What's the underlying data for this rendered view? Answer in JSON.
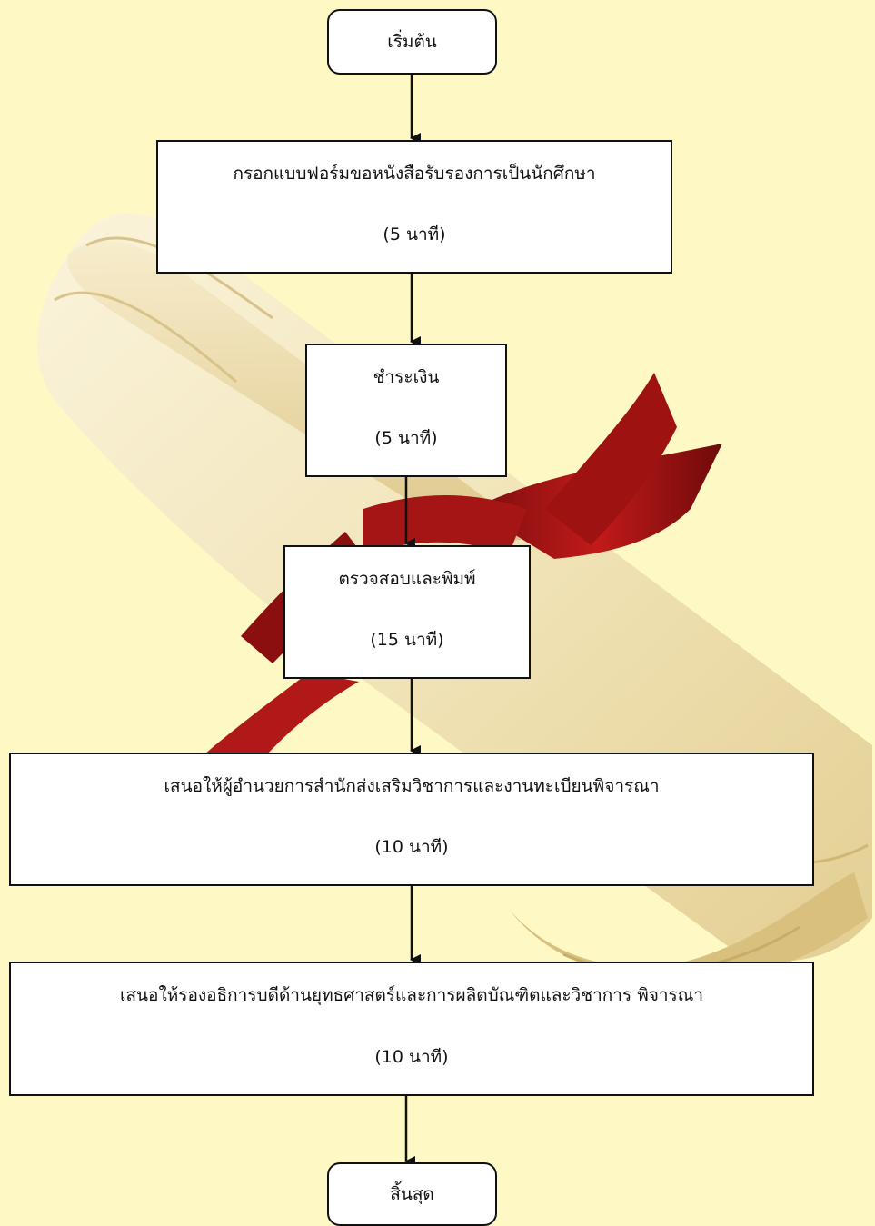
{
  "flowchart": {
    "start": "เริ่มต้น",
    "steps": [
      {
        "title": "กรอกแบบฟอร์มขอหนังสือรับรองการเป็นนักศึกษา",
        "duration": "(5 นาที)"
      },
      {
        "title": "ชำระเงิน",
        "duration": "(5 นาที)"
      },
      {
        "title": "ตรวจสอบและพิมพ์",
        "duration": "(15 นาที)"
      },
      {
        "title": "เสนอให้ผู้อำนวยการสำนักส่งเสริมวิชาการและงานทะเบียนพิจารณา",
        "duration": "(10 นาที)"
      },
      {
        "title": "เสนอให้รองอธิการบดีด้านยุทธศาสตร์และการผลิตบัณฑิตและวิชาการ พิจารณา",
        "duration": "(10 นาที)"
      }
    ],
    "end": "สิ้นสุด"
  }
}
